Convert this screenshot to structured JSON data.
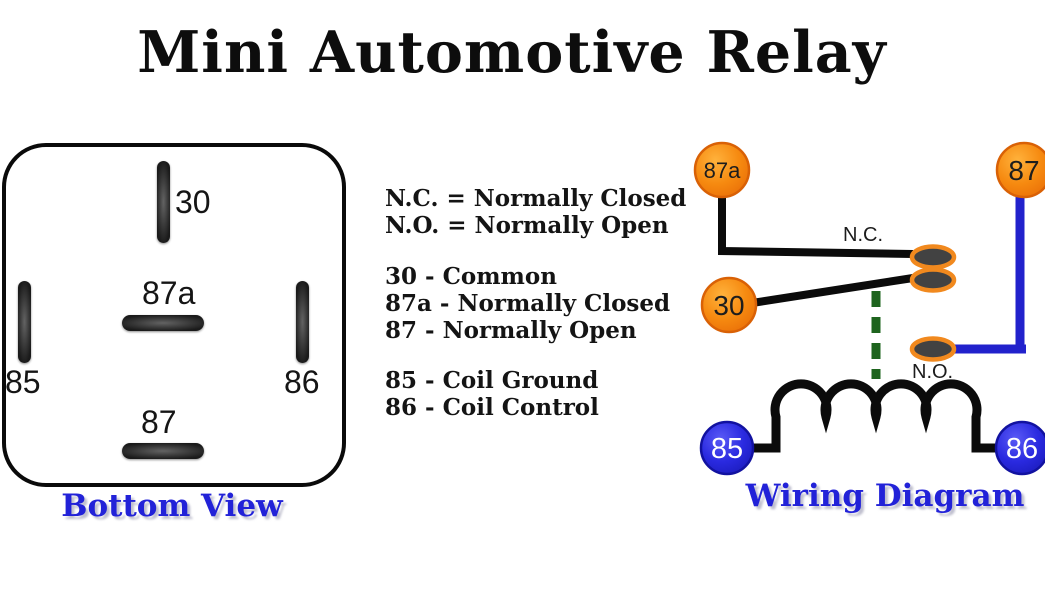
{
  "title": "Mini Automotive Relay",
  "colors": {
    "black_wire": "#0b0b0b",
    "blue_wire": "#2222cc",
    "green_dash": "#1e641e",
    "contact_fill": "#424242",
    "contact_stroke": "#f1891e",
    "orange_node_stroke": "#d96106",
    "blue_node_stroke": "#1212a0",
    "node_label_dark": "#1d1d1d",
    "node_label_light": "#ffffff",
    "small_label_color": "#1c1c1c",
    "caption_blue": "#2222d8"
  },
  "bottom_view": {
    "caption": "Bottom View",
    "pins": {
      "p30": "30",
      "p87a": "87a",
      "p85": "85",
      "p86": "86",
      "p87": "87"
    }
  },
  "legend": {
    "abbreviations": [
      "N.C. = Normally Closed",
      "N.O. = Normally Open"
    ],
    "pin_functions": [
      "30 - Common",
      "87a - Normally Closed",
      "87 - Normally Open"
    ],
    "coil_functions": [
      "85 - Coil Ground",
      "86 - Coil Control"
    ]
  },
  "wiring": {
    "caption": "Wiring Diagram",
    "nodes": {
      "n87a": "87a",
      "n30": "30",
      "n87": "87",
      "n85": "85",
      "n86": "86"
    },
    "labels": {
      "nc": "N.C.",
      "no": "N.O."
    }
  }
}
